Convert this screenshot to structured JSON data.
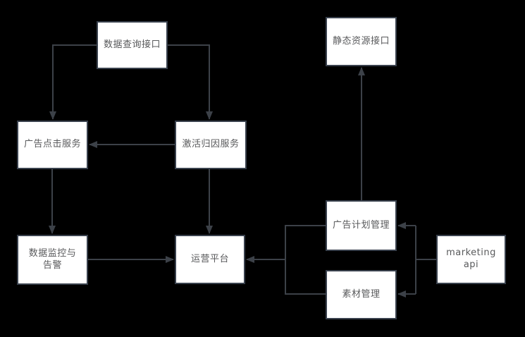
{
  "diagram": {
    "title": "advertising platform service architecture flowchart",
    "colors": {
      "background": "#000000",
      "node_fill": "#ffffff",
      "node_border": "#39414d",
      "connector": "#3c4148",
      "text": "#58595b"
    },
    "nodes": {
      "data_query": {
        "label": "数据查询接口"
      },
      "static_resource": {
        "label": "静态资源接口"
      },
      "ad_click": {
        "label": "广告点击服务"
      },
      "activation": {
        "label": "激活归因服务"
      },
      "monitor": {
        "label": "数据监控与告警"
      },
      "operation": {
        "label": "运营平台"
      },
      "ad_plan": {
        "label": "广告计划管理"
      },
      "material": {
        "label": "素材管理"
      },
      "marketing_api": {
        "label": "marketing api"
      }
    },
    "edges": [
      {
        "from": "数据查询接口",
        "to": "广告点击服务"
      },
      {
        "from": "数据查询接口",
        "to": "激活归因服务"
      },
      {
        "from": "激活归因服务",
        "to": "广告点击服务"
      },
      {
        "from": "广告点击服务",
        "to": "数据监控与告警"
      },
      {
        "from": "激活归因服务",
        "to": "运营平台"
      },
      {
        "from": "数据监控与告警",
        "to": "运营平台"
      },
      {
        "from": "广告计划管理",
        "to": "运营平台"
      },
      {
        "from": "素材管理",
        "to": "运营平台"
      },
      {
        "from": "广告计划管理",
        "to": "静态资源接口"
      },
      {
        "from": "marketing api",
        "to": "广告计划管理"
      },
      {
        "from": "marketing api",
        "to": "素材管理"
      }
    ]
  }
}
